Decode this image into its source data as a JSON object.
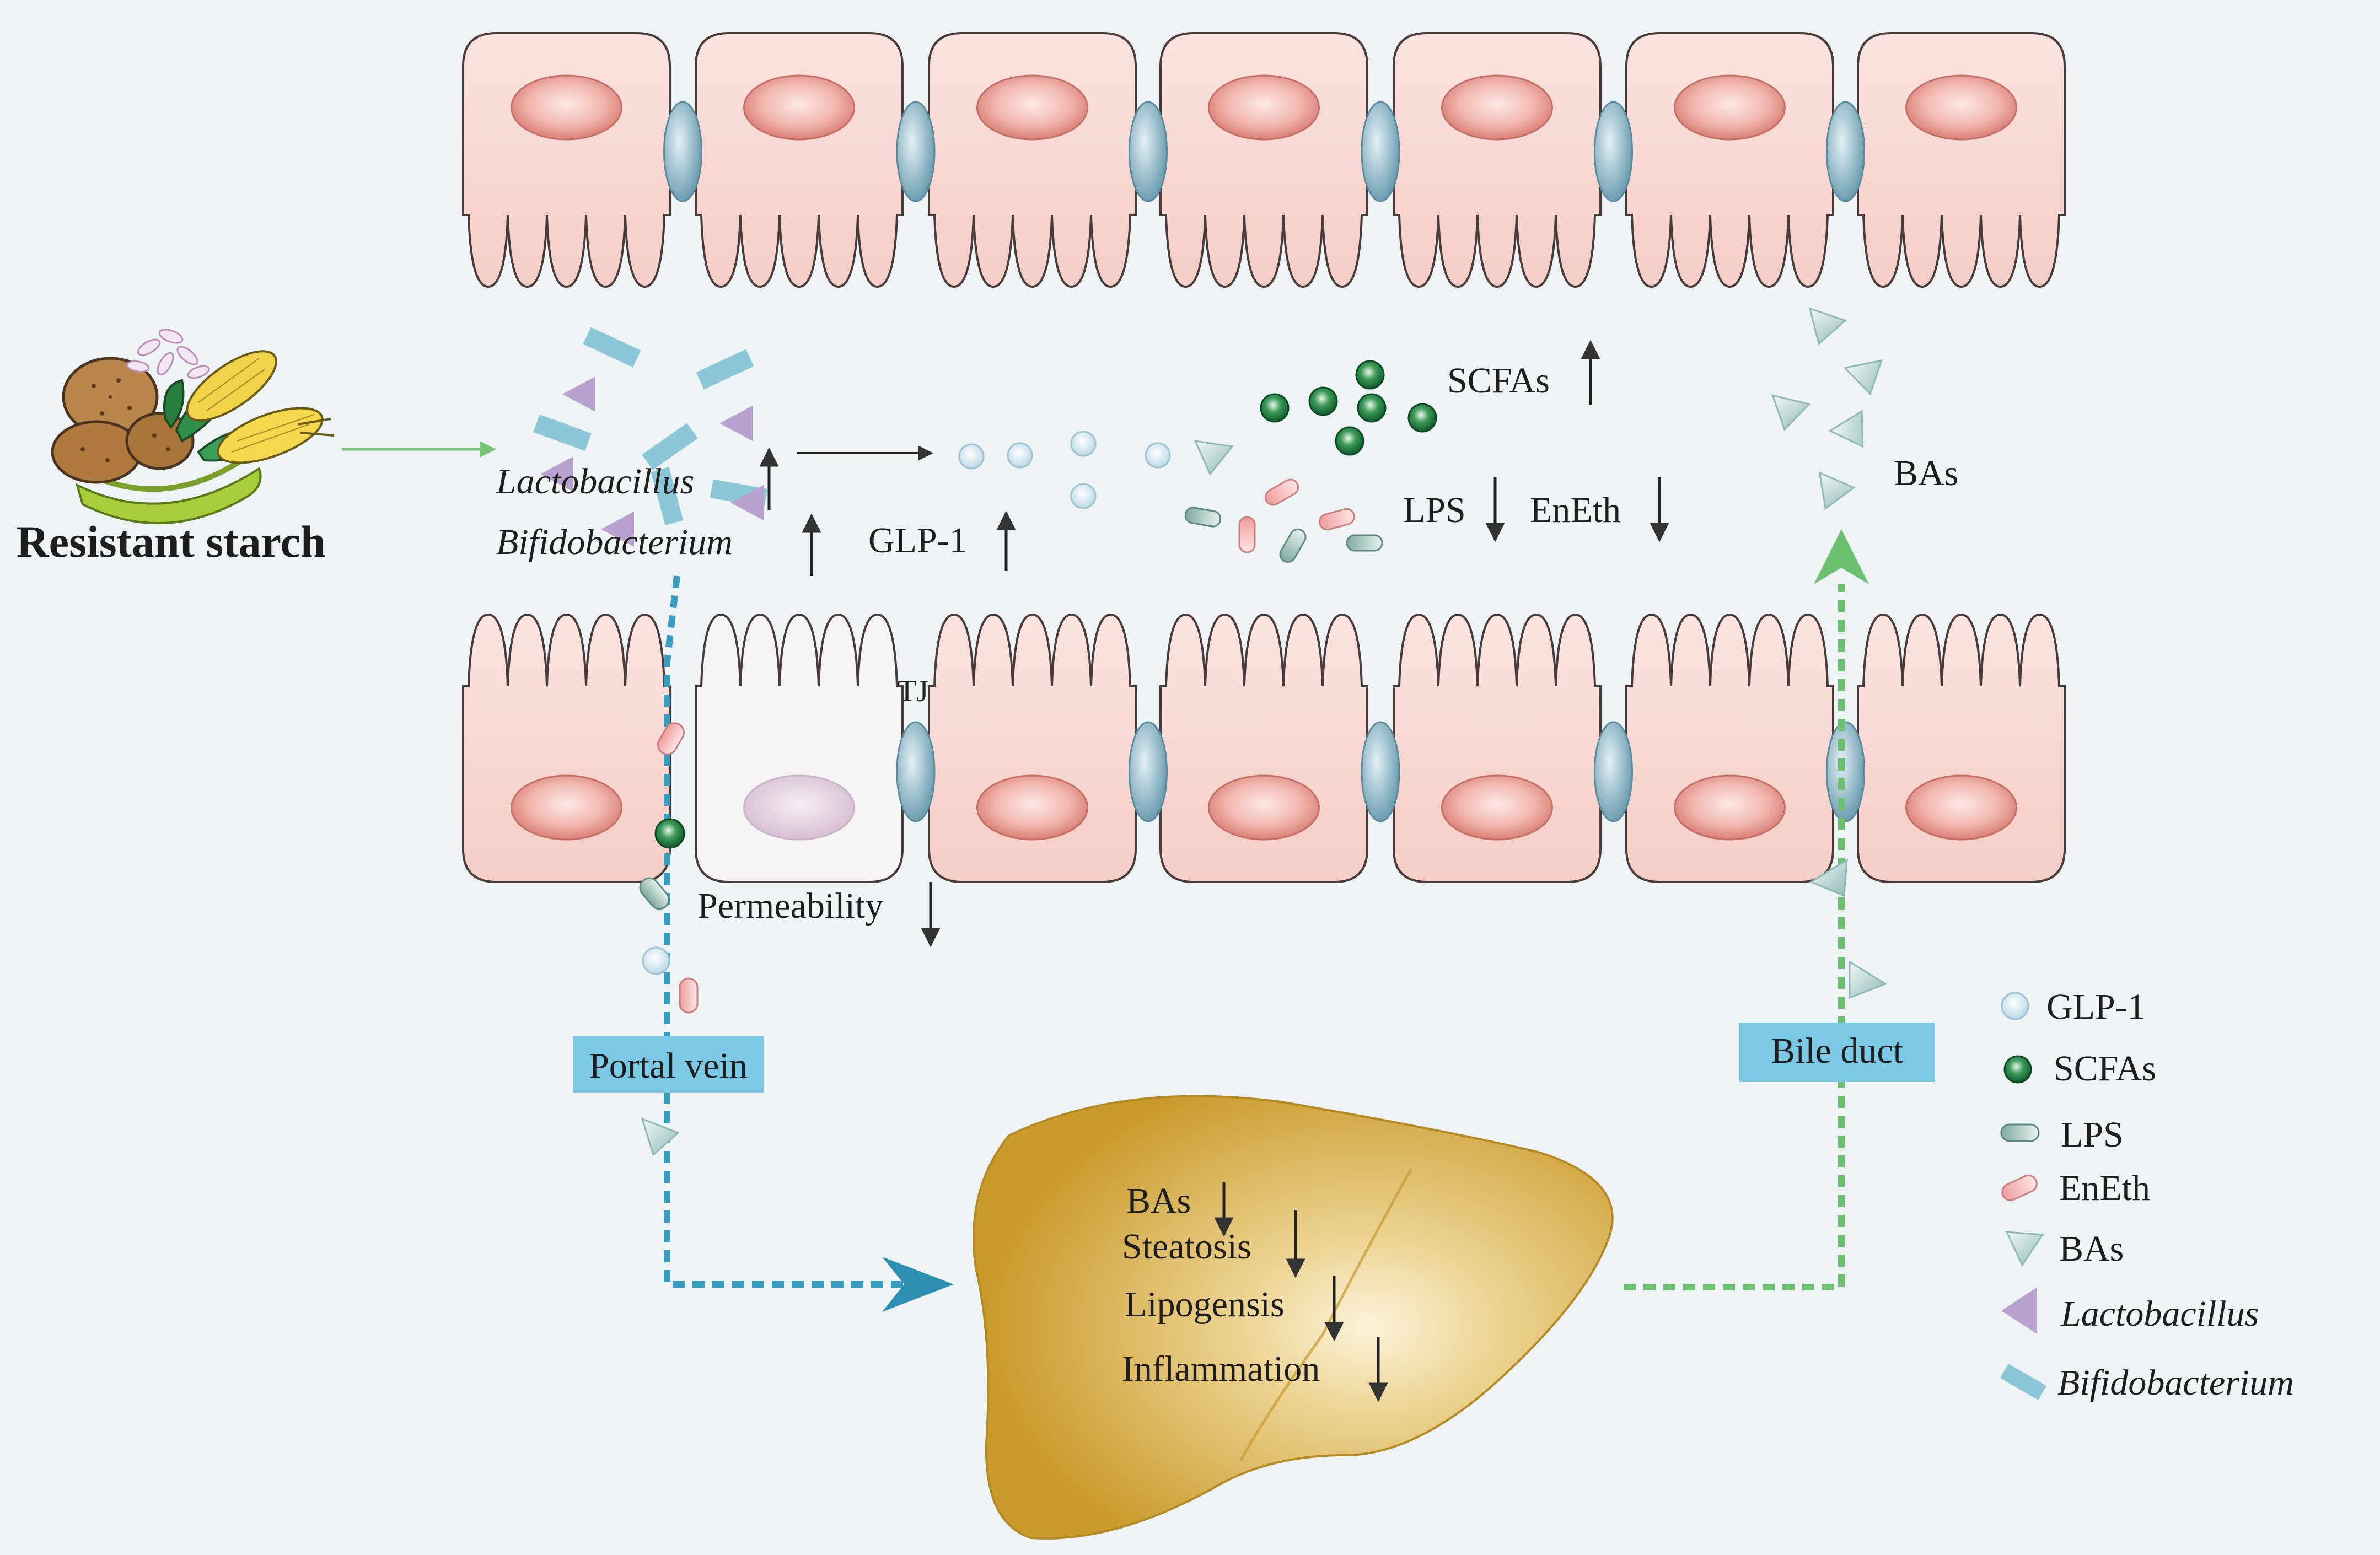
{
  "diagram": {
    "food_label": "Resistant starch",
    "microbes": [
      "Lactobacillus",
      "Bifidobacterium"
    ],
    "glp1": "GLP-1",
    "tight_junction": "TJ",
    "scfas": "SCFAs",
    "lps": "LPS",
    "eneth": "EnEth",
    "bas": "BAs",
    "permeability": "Permeability",
    "portal_vein": "Portal vein",
    "bile_duct": "Bile duct",
    "liver_effects": [
      "BAs",
      "Steatosis",
      "Lipogensis",
      "Inflammation"
    ]
  },
  "legend": [
    {
      "label": "GLP-1",
      "icon": "glp1-dot-icon"
    },
    {
      "label": "SCFAs",
      "icon": "scfa-dot-icon"
    },
    {
      "label": "LPS",
      "icon": "lps-capsule-icon"
    },
    {
      "label": "EnEth",
      "icon": "eneth-capsule-icon"
    },
    {
      "label": "BAs",
      "icon": "bas-triangle-icon"
    },
    {
      "label": "Lactobacillus",
      "icon": "lactobacillus-triangle-icon"
    },
    {
      "label": "Bifidobacterium",
      "icon": "bifidobacterium-rod-icon"
    }
  ],
  "colors": {
    "background": "#eef4f6",
    "cell": "#f7d5d0",
    "cell_stroke": "#4a3b3b",
    "nucleus": "#e79b94",
    "tight_junction": "#8fb7c6",
    "portal_blue": "#3a9cc0",
    "bile_green": "#6cc070",
    "liver": "#d9ad3c",
    "label_box": "#7cc9e6",
    "lactobacillus": "#b9a2cf",
    "bifidobacterium": "#8cc7d8",
    "scfa": "#1e7a40"
  }
}
